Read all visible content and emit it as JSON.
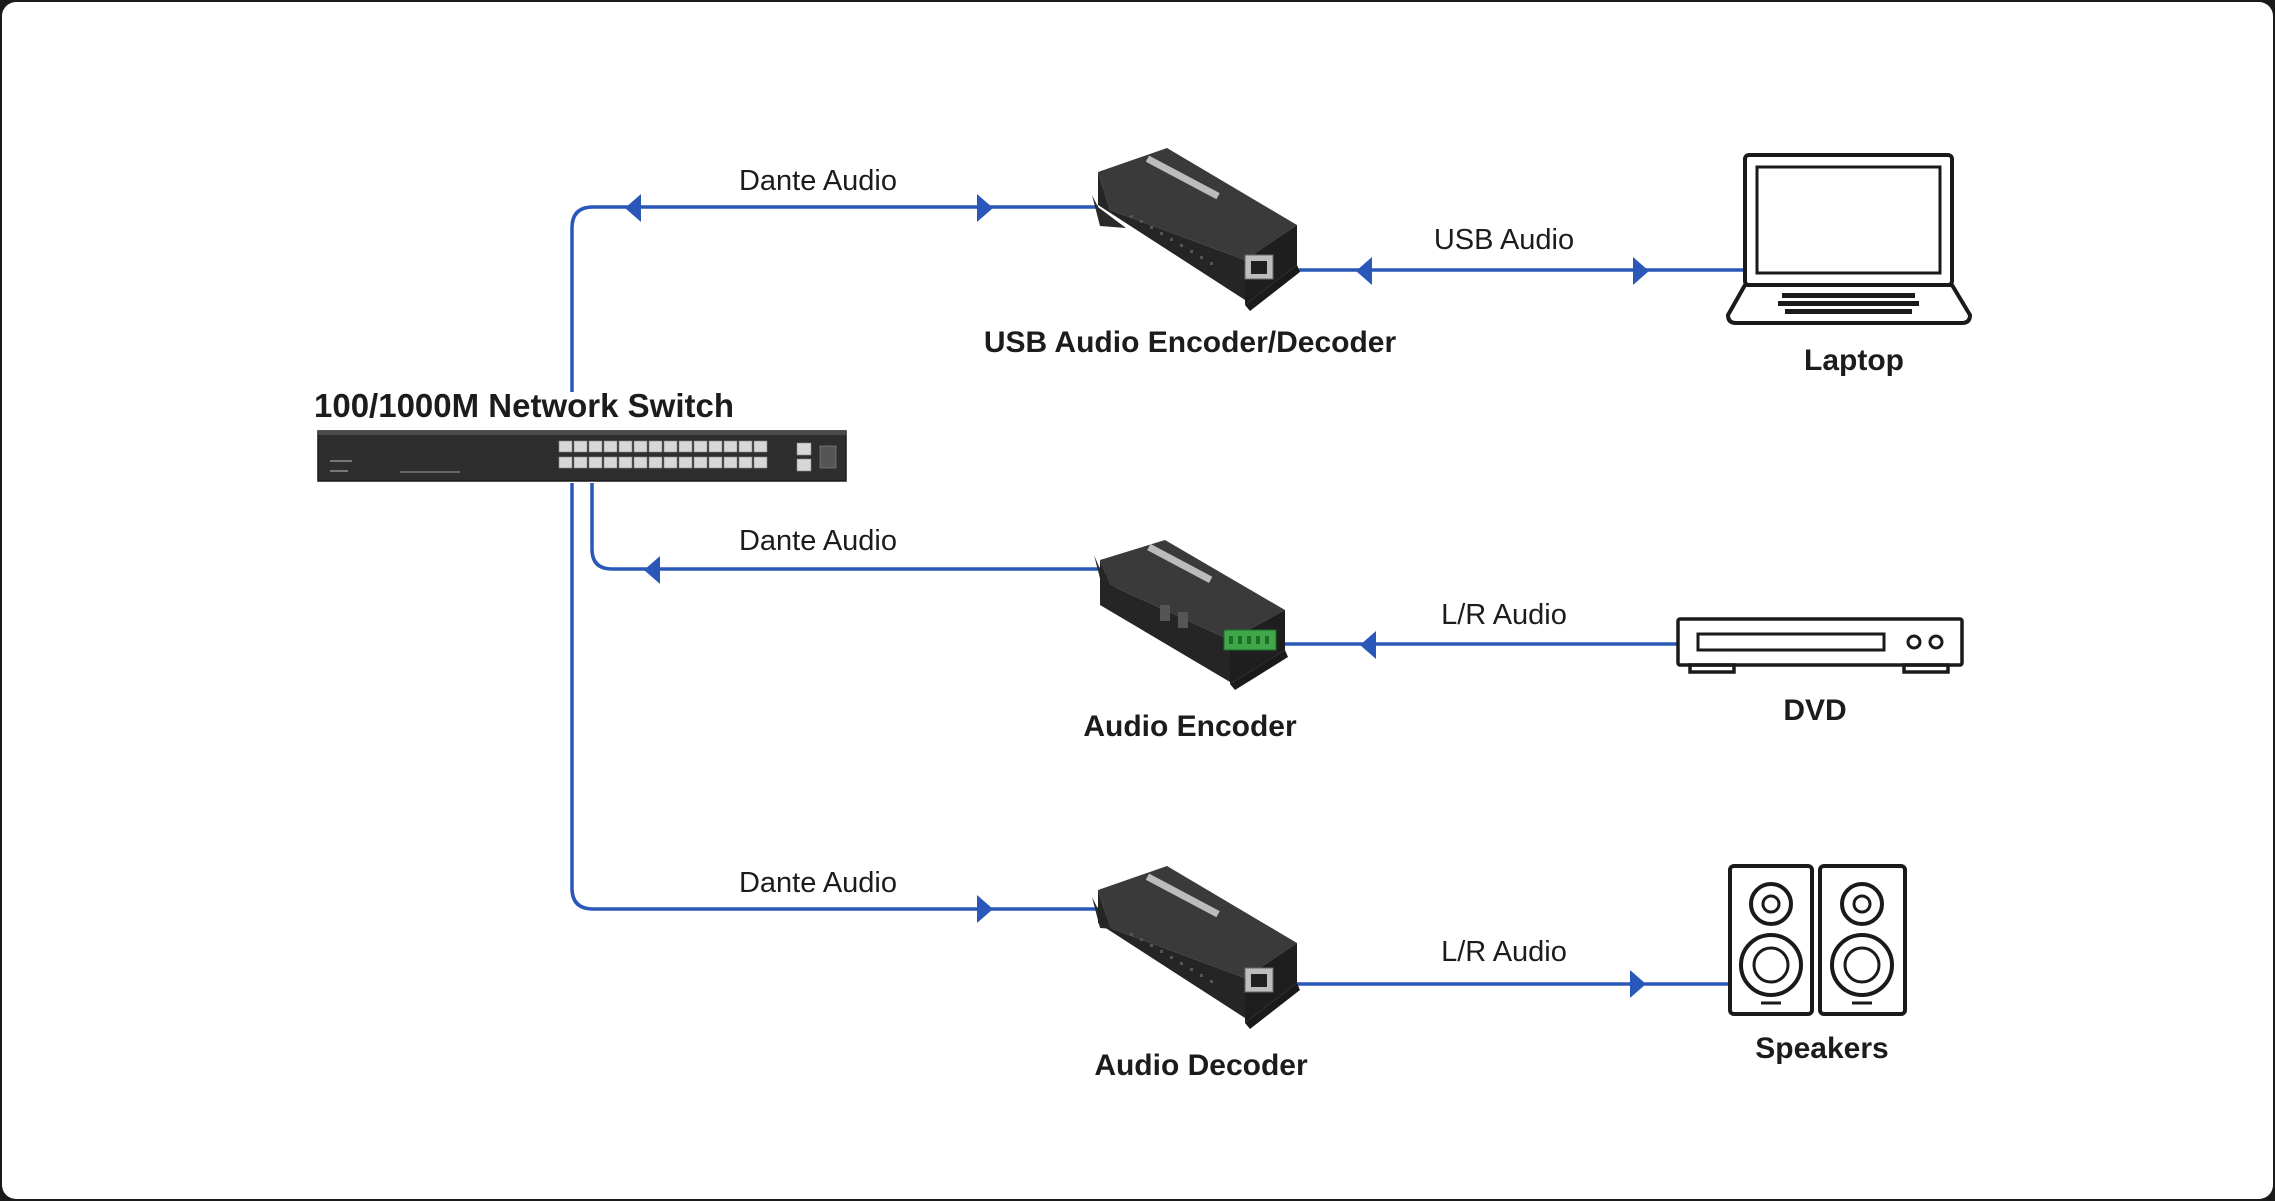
{
  "diagram": {
    "switch": {
      "title": "100/1000M Network Switch"
    },
    "devices": [
      {
        "id": "usb-encoder-decoder",
        "title": "USB Audio Encoder/Decoder"
      },
      {
        "id": "audio-encoder",
        "title": "Audio Encoder"
      },
      {
        "id": "audio-decoder",
        "title": "Audio Decoder"
      }
    ],
    "endpoints": [
      {
        "id": "laptop",
        "title": "Laptop"
      },
      {
        "id": "dvd",
        "title": "DVD"
      },
      {
        "id": "speakers",
        "title": "Speakers"
      }
    ],
    "links": [
      {
        "label": "Dante Audio"
      },
      {
        "label": "Dante Audio"
      },
      {
        "label": "Dante Audio"
      },
      {
        "label": "USB Audio"
      },
      {
        "label": "L/R Audio"
      },
      {
        "label": "L/R Audio"
      }
    ],
    "colors": {
      "line": "#2a58b8",
      "device": "#2b2b2b",
      "background": "#ffffff",
      "frame": "#1a1a1a"
    }
  }
}
